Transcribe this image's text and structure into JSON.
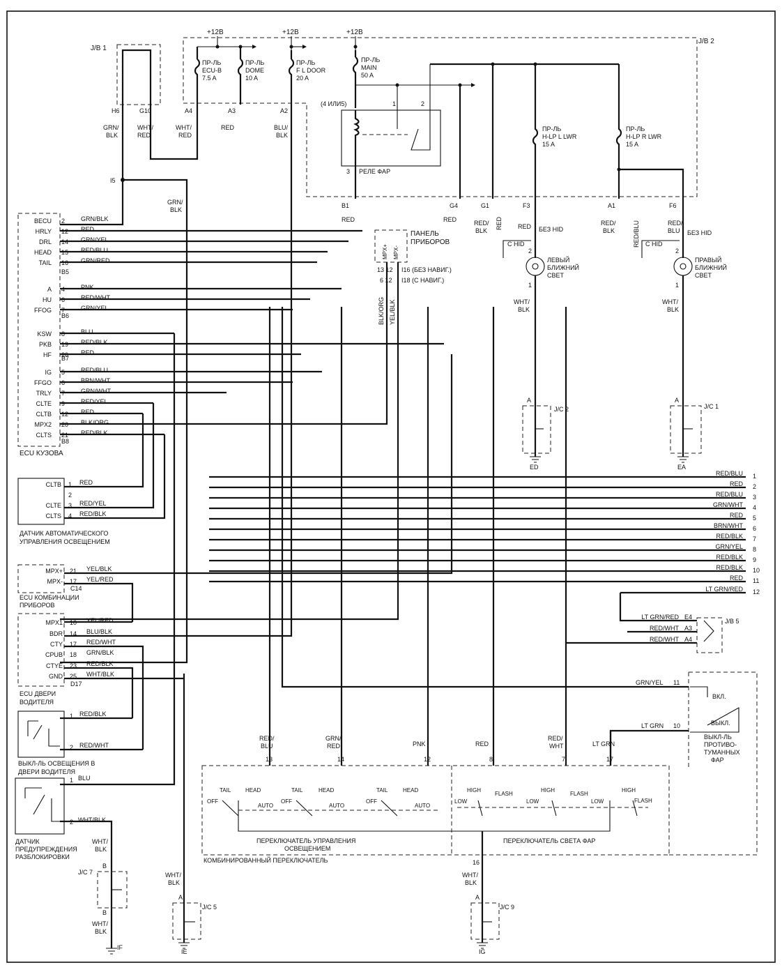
{
  "fuse_box": {
    "jb1": "J/B 1",
    "jb2": "J/B 2",
    "supply": "+12В",
    "fuses": [
      {
        "lines": [
          "ПР-ЛЬ",
          "ECU-B",
          "7.5 A"
        ]
      },
      {
        "lines": [
          "ПР-ЛЬ",
          "DOME",
          "10 A"
        ]
      },
      {
        "lines": [
          "ПР-ЛЬ",
          "F L DOOR",
          "20 A"
        ]
      },
      {
        "lines": [
          "ПР-ЛЬ",
          "MAIN",
          "50 A"
        ]
      },
      {
        "lines": [
          "ПР-ЛЬ",
          "H-LP L LWR",
          "15 A"
        ]
      },
      {
        "lines": [
          "ПР-ЛЬ",
          "H-LP R LWR",
          "15 A"
        ]
      }
    ],
    "relay_label": "РЕЛЕ ФАР",
    "relay_pins_note": "(4 ИЛИ5)",
    "pins": [
      "H6",
      "G10",
      "A4",
      "A3",
      "A2",
      "B1",
      "G4",
      "G1",
      "F3",
      "A1",
      "F6",
      "1",
      "2",
      "3"
    ]
  },
  "wire_colors": {
    "jb_left": [
      "GRN/",
      "BLK",
      "WHT/",
      "RED",
      "WHT/",
      "RED",
      "RED",
      "BLU/",
      "BLK"
    ],
    "b1": "RED",
    "g4": "RED",
    "g1": [
      "RED/",
      "BLK"
    ],
    "f3": "RED",
    "a1": [
      "RED/",
      "BLK"
    ],
    "f6": [
      "RED/",
      "BLU"
    ],
    "grn_blk_branch": [
      "GRN/",
      "BLK"
    ],
    "i5": "I5"
  },
  "body_ecu": {
    "name": "ECU КУЗОВА",
    "rows": [
      {
        "pin": "BECU",
        "num": "2",
        "color": "GRN/BLK"
      },
      {
        "pin": "HRLY",
        "num": "12",
        "color": "RED"
      },
      {
        "pin": "DRL",
        "num": "14",
        "color": "GRN/YEL"
      },
      {
        "pin": "HEAD",
        "num": "15",
        "color": "RED/BLU"
      },
      {
        "pin": "TAIL",
        "num": "16",
        "color": "GRN/RED"
      },
      {
        "pin": "A",
        "num": "4",
        "color": "PNK"
      },
      {
        "pin": "HU",
        "num": "6",
        "color": "RED/WHT"
      },
      {
        "pin": "FFOG",
        "num": "7",
        "color": "GRN/YEL"
      },
      {
        "pin": "KSW",
        "num": "8",
        "color": "BLU"
      },
      {
        "pin": "PKB",
        "num": "19",
        "color": "RED/BLK"
      },
      {
        "pin": "HF",
        "num": "20",
        "color": "RED"
      },
      {
        "pin": "IG",
        "num": "5",
        "color": "RED/BLU"
      },
      {
        "pin": "FFGO",
        "num": "6",
        "color": "BRN/WHT"
      },
      {
        "pin": "TRLY",
        "num": "7",
        "color": "GRN/WHT"
      },
      {
        "pin": "CLTE",
        "num": "9",
        "color": "RED/YEL"
      },
      {
        "pin": "CLTB",
        "num": "12",
        "color": "RED"
      },
      {
        "pin": "MPX2",
        "num": "20",
        "color": "BLK/ORG"
      },
      {
        "pin": "CLTS",
        "num": "21",
        "color": "RED/BLK"
      }
    ],
    "connectors": [
      "B5",
      "B6",
      "B7",
      "B8"
    ]
  },
  "panel": {
    "name": [
      "ПАНЕЛЬ",
      "ПРИБОРОВ"
    ],
    "pins": [
      "MPX+",
      "MPX-"
    ],
    "nums_a": "13 12",
    "nums_b": "6 12",
    "conn_a": "I16 (БЕЗ НАВИГ.)",
    "conn_b": "I18 (С НАВИГ.)",
    "wires": [
      "BLK/ORG",
      "YEL/BLK"
    ]
  },
  "lamps": {
    "left": {
      "lines": [
        "ЛЕВЫЙ",
        "БЛИЖНИЙ",
        "СВЕТ"
      ],
      "wire_top": "RED",
      "wire_bot": [
        "WHT/",
        "BLK"
      ],
      "hid_no": "БЕЗ HID",
      "hid": "С HID"
    },
    "right": {
      "lines": [
        "ПРАВЫЙ",
        "БЛИЖНИЙ",
        "СВЕТ"
      ],
      "wire_top": [
        "RED/",
        "BLU"
      ],
      "wire_bot": [
        "WHT/",
        "BLK"
      ],
      "hid_no": "БЕЗ HID",
      "hid": "С HID"
    },
    "pin2": "2",
    "pin1": "1",
    "g1_red": "RED",
    "a1_red_blu": "RED/BLU"
  },
  "junctions": {
    "jc2": "J/C 2",
    "jc1": "J/C 1",
    "jc7": "J/C 7",
    "jc5": "J/C 5",
    "jc9": "J/C 9",
    "ed": "ED",
    "ea": "EA",
    "if": "IF",
    "ie": "IE",
    "ig": "IG",
    "a": "A",
    "b": "B"
  },
  "right_list": {
    "items": [
      {
        "color": "RED/BLU",
        "num": "1"
      },
      {
        "color": "RED",
        "num": "2"
      },
      {
        "color": "RED/BLU",
        "num": "3"
      },
      {
        "color": "GRN/WHT",
        "num": "4"
      },
      {
        "color": "RED",
        "num": "5"
      },
      {
        "color": "BRN/WHT",
        "num": "6"
      },
      {
        "color": "RED/BLK",
        "num": "7"
      },
      {
        "color": "GRN/YEL",
        "num": "8"
      },
      {
        "color": "RED/BLK",
        "num": "9"
      },
      {
        "color": "RED/BLK",
        "num": "10"
      },
      {
        "color": "RED",
        "num": "11"
      },
      {
        "color": "LT GRN/RED",
        "num": "12"
      }
    ]
  },
  "jb5": {
    "name": "J/B 5",
    "rows": [
      {
        "color": "LT GRN/RED",
        "pin": "E4"
      },
      {
        "color": "RED/WHT",
        "pin": "A3"
      },
      {
        "color": "RED/WHT",
        "pin": "A4"
      }
    ]
  },
  "light_sensor": {
    "name": [
      "ДАТЧИК АВТОМАТИЧЕСКОГО",
      "УПРАВЛЕНИЯ ОСВЕЩЕНИЕМ"
    ],
    "rows": [
      {
        "pin": "CLTB",
        "num": "1",
        "color": "RED"
      },
      {
        "pin": "",
        "num": "2",
        "color": ""
      },
      {
        "pin": "CLTE",
        "num": "3",
        "color": "RED/YEL"
      },
      {
        "pin": "CLTS",
        "num": "4",
        "color": "RED/BLK"
      }
    ]
  },
  "combo_ecu": {
    "name": [
      "ECU КОМБИНАЦИИ",
      "ПРИБОРОВ"
    ],
    "rows": [
      {
        "pin": "MPX+",
        "num": "21",
        "color": "YEL/BLK"
      },
      {
        "pin": "MPX-",
        "num": "17",
        "color": "YEL/RED"
      }
    ],
    "connector": "C14"
  },
  "door_ecu": {
    "name": [
      "ECU ДВЕРИ",
      "ВОДИТЕЛЯ"
    ],
    "rows": [
      {
        "pin": "MPX1",
        "num": "10",
        "color": "YEL/RED"
      },
      {
        "pin": "BDR",
        "num": "14",
        "color": "BLU/BLK"
      },
      {
        "pin": "CTY",
        "num": "17",
        "color": "RED/WHT"
      },
      {
        "pin": "CPUB",
        "num": "18",
        "color": "GRN/BLK"
      },
      {
        "pin": "CTYE",
        "num": "23",
        "color": "RED/BLK"
      },
      {
        "pin": "GND",
        "num": "25",
        "color": "WHT/BLK"
      }
    ],
    "connector": "D17"
  },
  "door_switch": {
    "name": [
      "ВЫКЛ-ЛЬ ОСВЕЩЕНИЯ В",
      "ДВЕРИ ВОДИТЕЛЯ"
    ],
    "rows": [
      {
        "num": "1",
        "color": "RED/BLK"
      },
      {
        "num": "2",
        "color": "RED/WHT"
      }
    ]
  },
  "unlock_sensor": {
    "name": [
      "ДАТЧИК",
      "ПРЕДУПРЕЖДЕНИЯ",
      "РАЗБЛОКИРОВКИ"
    ],
    "rows": [
      {
        "num": "1",
        "color": "BLU"
      },
      {
        "num": "2",
        "color": "WHT/BLK"
      }
    ],
    "gnd_wire": [
      "WHT/",
      "BLK"
    ]
  },
  "fog_switch": {
    "name": [
      "ВЫКЛ-ЛЬ",
      "ПРОТИВО-",
      "ТУМАННЫХ",
      "ФАР"
    ],
    "on": "ВКЛ.",
    "off": "ВЫКЛ.",
    "rows": [
      {
        "color": "GRN/YEL",
        "num": "11"
      },
      {
        "color": "LT GRN",
        "num": "10"
      }
    ]
  },
  "combo_switch": {
    "name": "КОМБИНИРОВАННЫЙ ПЕРЕКЛЮЧАТЕЛЬ",
    "light_ctrl": [
      "ПЕРЕКЛЮЧАТЕЛЬ УПРАВЛЕНИЯ",
      "ОСВЕЩЕНИЕМ"
    ],
    "beam_ctrl": "ПЕРЕКЛЮЧАТЕЛЬ СВЕТА ФАР",
    "pos": [
      "TAIL",
      "HEAD",
      "OFF",
      "AUTO"
    ],
    "beam_pos": [
      "HIGH",
      "FLASH",
      "LOW"
    ],
    "pins": [
      {
        "num": "13",
        "color": [
          "RED/",
          "BLU"
        ]
      },
      {
        "num": "14",
        "color": [
          "GRN/",
          "RED"
        ]
      },
      {
        "num": "12",
        "color": [
          "PNK"
        ]
      },
      {
        "num": "8",
        "color": [
          "RED"
        ]
      },
      {
        "num": "7",
        "color": [
          "RED/",
          "WHT"
        ]
      },
      {
        "num": "17",
        "color": [
          "LT GRN"
        ]
      }
    ],
    "gnd_pin": "16",
    "gnd_wire": [
      "WHT/",
      "BLK"
    ],
    "jc5_wire": [
      "WHT/",
      "BLK"
    ]
  }
}
